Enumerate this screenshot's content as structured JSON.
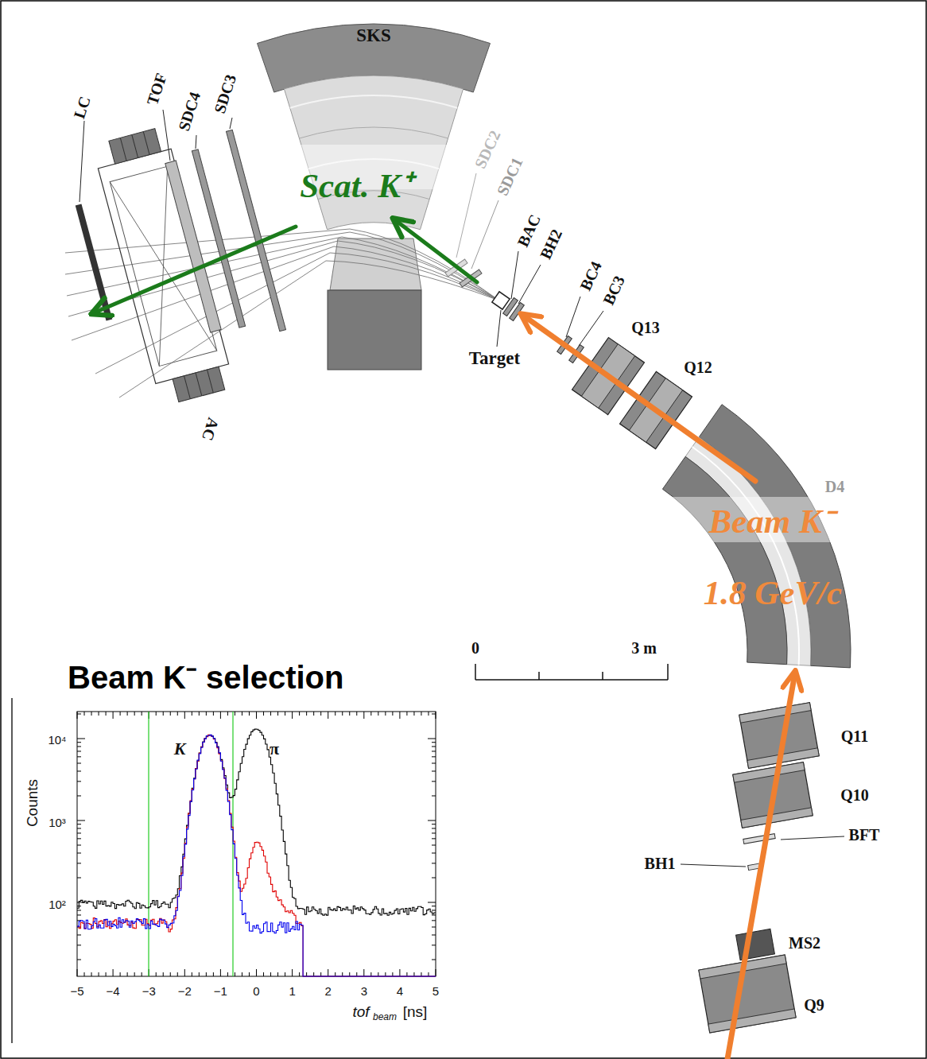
{
  "diagram": {
    "nodes": [
      {
        "text": [
          "Beam K⁻ selection"
        ]
      }
    ],
    "labels": [
      "SKS",
      "LC",
      "TOF",
      "SDC4",
      "SDC3",
      "SDC2",
      "SDC1",
      "BAC",
      "BH2",
      "BC4",
      "BC3",
      "Target",
      "Q13",
      "Q12",
      "D4",
      "Q11",
      "Q10",
      "BFT",
      "BH1",
      "MS2",
      "Q9",
      "AC",
      "Scat. K⁺",
      "Beam K⁻",
      "1.8 GeV/c",
      "0",
      "3 m",
      "Counts",
      "K",
      "π",
      "10⁴",
      "10³",
      "10²",
      "−5",
      "−4",
      "−3",
      "−2",
      "−1",
      "0",
      "1",
      "2",
      "3",
      "4",
      "5",
      "tof",
      "beam",
      "[ns]"
    ]
  }
}
